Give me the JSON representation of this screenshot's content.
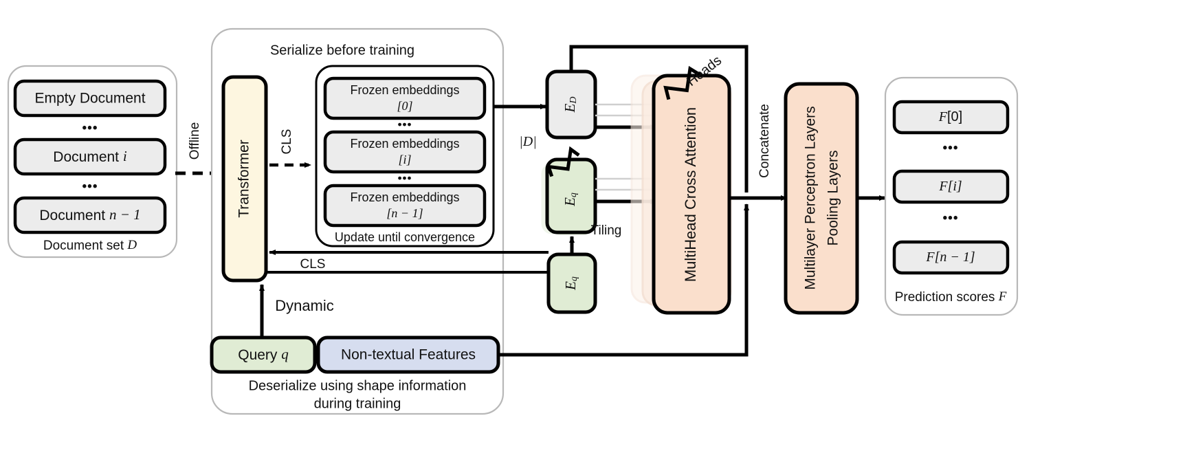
{
  "diagram": {
    "title": "Document ranking architecture with frozen embeddings and multihead cross attention",
    "colors": {
      "transformer_fill": "#fdf6e0",
      "gray_fill": "#ececec",
      "green_fill": "#e0ecd4",
      "blue_fill": "#d6ddef",
      "peach_fill": "#fadfcc",
      "group_stroke": "#b8b8b8",
      "stroke": "#000000"
    },
    "document_set": {
      "items": [
        {
          "label_plain": "Empty Document"
        },
        {
          "label_plain": "Document ",
          "label_math": "i"
        },
        {
          "label_plain": "Document ",
          "label_math": "n − 1"
        }
      ],
      "ellipsis": "•••",
      "caption_plain": "Document set ",
      "caption_math": "D"
    },
    "edges": {
      "offline": "Offline",
      "cls_top": "CLS",
      "cls_feedback": "CLS",
      "dynamic": "Dynamic",
      "tiling": "Tiling",
      "heads": "Heads",
      "concatenate": "Concatenate",
      "cardinality_D": "|D|"
    },
    "serialize_group": {
      "header": "Serialize before training",
      "footer": "Deserialize using shape information",
      "footer2": "during training"
    },
    "transformer": {
      "label": "Transformer"
    },
    "frozen_group": {
      "items": [
        {
          "line1": "Frozen embeddings",
          "line2": "[0]"
        },
        {
          "line1": "Frozen embeddings",
          "line2": "[i]"
        },
        {
          "line1": "Frozen embeddings",
          "line2": "[n − 1]"
        }
      ],
      "ellipsis": "•••",
      "caption": "Update until convergence"
    },
    "encoders": {
      "doc_embedding": {
        "base": "E",
        "sub": "D"
      },
      "query_embedding_tiled": {
        "base": "E",
        "sub": "q"
      },
      "query_embedding": {
        "base": "E",
        "sub": "q"
      }
    },
    "attention": {
      "label": "MultiHead Cross Attention"
    },
    "mlp": {
      "line1": "Multilayer Perceptron Layers",
      "line2": "Pooling Layers"
    },
    "inputs": {
      "query": {
        "plain": "Query ",
        "math": "q"
      },
      "non_textual": {
        "label": "Non-textual Features"
      }
    },
    "predictions": {
      "items": [
        {
          "base": "F",
          "idx": "[0]"
        },
        {
          "base": "F",
          "idx": "[i]"
        },
        {
          "base": "F",
          "idx": "[n − 1]"
        }
      ],
      "ellipsis": "•••",
      "caption_plain": "Prediction scores ",
      "caption_math": "F"
    }
  }
}
